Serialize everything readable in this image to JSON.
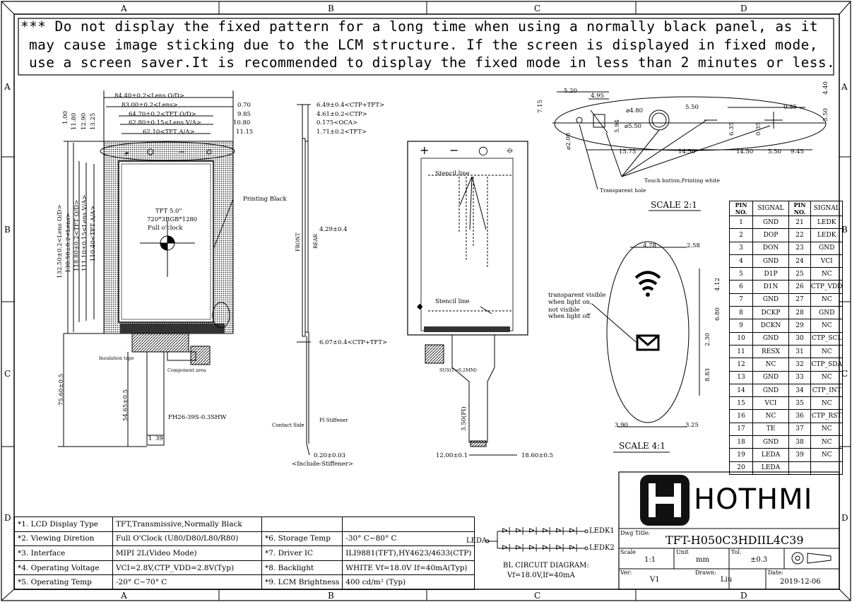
{
  "frame": {
    "col_letters": [
      "A",
      "B",
      "C",
      "D"
    ],
    "row_letters": [
      "A",
      "B",
      "C",
      "D"
    ]
  },
  "note": {
    "line1": "*** Do not display the fixed pattern for a long time when using a normally black panel, as it",
    "line2": "may cause image sticking due to the LCM structure. If the screen is displayed in fixed mode,",
    "line3": "use a screen saver.It is recommended to display the fixed mode in less than 2 minutes or less."
  },
  "front_view": {
    "dims_top": [
      "84.40±0.2<Lens O/D>",
      "83.00±0.2<Lens>",
      "64.70±0.2<TFT O/D>",
      "62.80±0.15<Lens V/A>",
      "62.10<TFT A/A>"
    ],
    "dims_right": [
      "0.70",
      "9.85",
      "10.80",
      "11.15"
    ],
    "dims_left_top": [
      "1.00",
      "11.80",
      "12.90",
      "13.25"
    ],
    "dims_vertical": [
      "132.50±0.2<Lens O/D>",
      "130.50±0.2<Lens>",
      "118.80±0.2<TFT O/D>",
      "111.10±0.15<Lens V/A>",
      "110.40<TFT A/A>"
    ],
    "center_text": [
      "TFT 5.0\"",
      "720*3RGB*1280",
      "Full o'clock"
    ],
    "printing_black": "Printing Black",
    "insulation_tape": "Insulation tape",
    "component_area": "Component area",
    "dim_fpc_total": "75.60±0.5",
    "dim_fpc": "54.65±0.5",
    "connector": "FH26-39S-0.3SHW",
    "pin1": "1",
    "pin39": "39"
  },
  "side_view": {
    "dims": [
      "6.49±0.4<CTP+TFT>",
      "4.61±0.2<CTP>",
      "0.175<OCA>",
      "1.71±0.2<TFT>"
    ],
    "front": "FRONT",
    "rear": "REAR",
    "mid_dim": "4.29±0.4",
    "bottom_dim": "6.07±0.4<CTP+TFT>",
    "contact_side": "Contact Side",
    "pi_stiffener": "PI Stiffener",
    "stiffener_dim": "0.20±0.03",
    "stiffener_note": "<Include-Stiffener>"
  },
  "back_view": {
    "stencil1": "Stencil line",
    "stencil2": "Stencil line",
    "sus": "SUS(T=0.2MM)",
    "dim_pitch": "3.50(PI)",
    "dim_left": "12.00±0.1",
    "dim_right": "18.60±0.5",
    "icons": [
      "+",
      "−",
      "○",
      "⦵"
    ]
  },
  "detail_top": {
    "dims": [
      "5.20",
      "4.95",
      "7.15",
      "4.40",
      "5.50",
      "0.35",
      "5.50",
      "⌀4.80",
      "⌀5.50",
      "5.94",
      "⌀2.00",
      "6.35",
      "0.35",
      "15.75",
      "14.50",
      "14.50",
      "5.50",
      "9.45"
    ],
    "touch_note": "Touch button,Printing white",
    "hole_note": "Transparent hole",
    "scale": "SCALE 2:1"
  },
  "detail_icons": {
    "dims": [
      "4.78",
      "2.58",
      "4.12",
      "6.80",
      "2.30",
      "8.83",
      "3.90",
      "3.25"
    ],
    "note": [
      "transparent visible",
      "when light on,",
      "not visible",
      "when light off"
    ],
    "scale": "SCALE 4:1"
  },
  "pin_table": {
    "headers": [
      "PIN NO.",
      "SIGNAL",
      "PIN NO.",
      "SIGNAL"
    ],
    "rows": [
      [
        "1",
        "GND",
        "21",
        "LEDK"
      ],
      [
        "2",
        "DOP",
        "22",
        "LEDK"
      ],
      [
        "3",
        "DON",
        "23",
        "GND"
      ],
      [
        "4",
        "GND",
        "24",
        "VCI"
      ],
      [
        "5",
        "D1P",
        "25",
        "NC"
      ],
      [
        "6",
        "D1N",
        "26",
        "CTP_VDD"
      ],
      [
        "7",
        "GND",
        "27",
        "NC"
      ],
      [
        "8",
        "DCKP",
        "28",
        "GND"
      ],
      [
        "9",
        "DCKN",
        "29",
        "NC"
      ],
      [
        "10",
        "GND",
        "30",
        "CTP_SCL"
      ],
      [
        "11",
        "RESX",
        "31",
        "NC"
      ],
      [
        "12",
        "NC",
        "32",
        "CTP_SDA"
      ],
      [
        "13",
        "GND",
        "33",
        "NC"
      ],
      [
        "14",
        "GND",
        "34",
        "CTP_INT"
      ],
      [
        "15",
        "VCI",
        "35",
        "NC"
      ],
      [
        "16",
        "NC",
        "36",
        "CTP_RST"
      ],
      [
        "17",
        "TE",
        "37",
        "NC"
      ],
      [
        "18",
        "GND",
        "38",
        "NC"
      ],
      [
        "19",
        "LEDA",
        "39",
        "NC"
      ],
      [
        "20",
        "LEDA",
        "",
        ""
      ]
    ]
  },
  "specs": {
    "left": [
      [
        "*1. LCD Display Type",
        "TFT,Transmissive,Normally Black"
      ],
      [
        "*2. Viewing Diretion",
        "Full O'Clock (U80/D80/L80/R80)"
      ],
      [
        "*3. Interface",
        "MIPI 2L(Video Mode)"
      ],
      [
        "*4. Operating Voltage",
        "VCI=2.8V,CTP_VDD=2.8V(Typ)"
      ],
      [
        "*5. Operating Temp",
        "-20° C~70° C"
      ]
    ],
    "right": [
      [
        "*6. Storage Temp",
        "-30° C~80° C"
      ],
      [
        "*7. Driver IC",
        "ILI9881(TFT),HY4623/4633(CTP)"
      ],
      [
        "*8. Backlight",
        "WHITE Vf=18.0V If=40mA(Typ)"
      ],
      [
        "*9. LCM Brightness",
        "400 cd/m² (Typ)"
      ]
    ]
  },
  "bl_circuit": {
    "leda": "LEDA",
    "ledk1": "LEDK1",
    "ledk2": "LEDK2",
    "title": "BL CIRCUIT DIAGRAM:",
    "spec": "Vf=18.0V,If=40mA"
  },
  "title_block": {
    "logo": "HOTHMI",
    "dwg_title_label": "Dwg Title:",
    "dwg_title": "TFT-H050C3HDIIL4C39",
    "scale_label": "Scale",
    "scale": "1:1",
    "unit_label": "Unit",
    "unit": "mm",
    "tol_label": "Tol.",
    "tol": "±0.3",
    "ver_label": "Ver:",
    "ver": "V1",
    "drawn_label": "Drawn:",
    "drawn": "Liu",
    "date_label": "Date:",
    "date": "2019-12-06"
  }
}
